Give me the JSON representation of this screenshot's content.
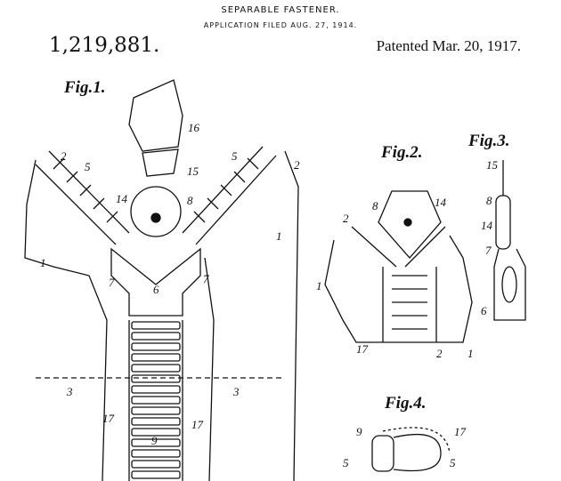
{
  "header": {
    "title": "SEPARABLE FASTENER.",
    "filed": "APPLICATION FILED AUG. 27, 1914.",
    "patent_number": "1,219,881.",
    "patented": "Patented Mar. 20, 1917."
  },
  "figures": {
    "fig1": "Fig.1.",
    "fig2": "Fig.2.",
    "fig3": "Fig.3.",
    "fig4": "Fig.4."
  },
  "refs": {
    "f1": [
      "16",
      "15",
      "14",
      "8",
      "5",
      "2",
      "5",
      "2",
      "1",
      "1",
      "7",
      "7",
      "6",
      "3",
      "3",
      "17",
      "17",
      "9"
    ],
    "f2": [
      "8",
      "14",
      "2",
      "1",
      "17",
      "2",
      "1"
    ],
    "f3": [
      "15",
      "8",
      "14",
      "7",
      "6"
    ],
    "f4": [
      "9",
      "17",
      "5",
      "5"
    ]
  }
}
